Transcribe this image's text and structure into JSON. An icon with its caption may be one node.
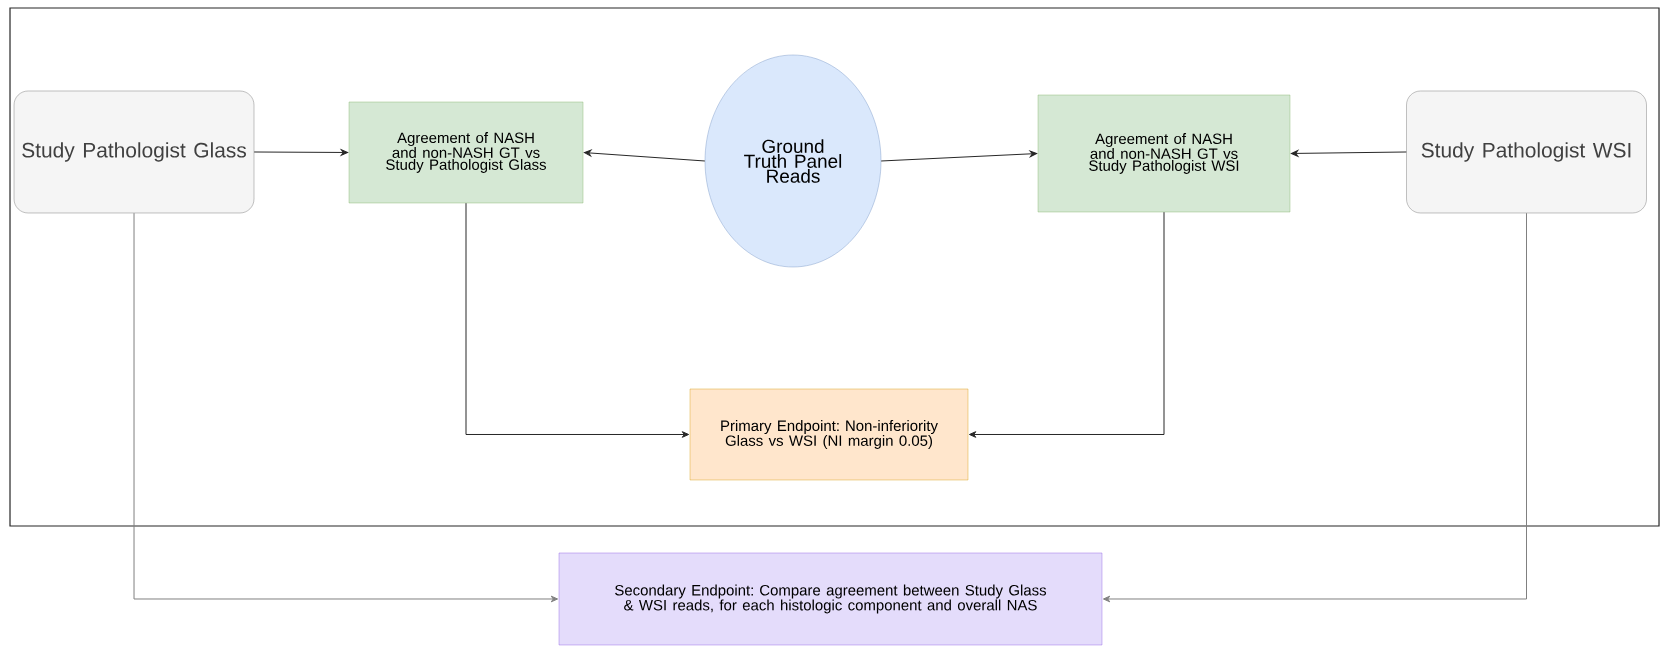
{
  "diagram": {
    "nodes": [
      {
        "text": [],
        "shape": "box"
      },
      {
        "text": [
          "Study Pathologist Glass"
        ],
        "in": 0
      },
      {
        "text": [
          "Agreement of NASH and non-NASH GT vs Study Pathologist Glass"
        ],
        "in": 0
      },
      {
        "text": [
          "Ground Truth Panel Reads"
        ],
        "in": 0
      },
      {
        "text": [
          "Agreement of NASH and non-NASH GT vs Study Pathologist WSI"
        ],
        "in": 0
      },
      {
        "text": [
          "Study Pathologist WSI"
        ],
        "in": 0
      },
      {
        "text": [
          "Primary Endpoint: Non-inferiority Glass vs WSI (NI margin 0.05)"
        ],
        "in": 0
      },
      {
        "text": [
          "Secondary Endpoint: Compare agreement between Study Glass & WSI reads, for each histologic component and overall NAS"
        ]
      }
    ],
    "edges": [
      {
        "from": 1,
        "to": 2,
        "arrow": "to"
      },
      {
        "from": 3,
        "to": 2,
        "arrow": "to"
      },
      {
        "from": 3,
        "to": 4,
        "arrow": "to"
      },
      {
        "from": 5,
        "to": 4,
        "arrow": "to"
      },
      {
        "from": 2,
        "to": 6,
        "arrow": "to"
      },
      {
        "from": 4,
        "to": 6,
        "arrow": "to"
      },
      {
        "from": 1,
        "to": 7,
        "arrow": "to",
        "color": "#808080"
      },
      {
        "from": 5,
        "to": 7,
        "arrow": "to",
        "color": "#808080"
      }
    ]
  }
}
